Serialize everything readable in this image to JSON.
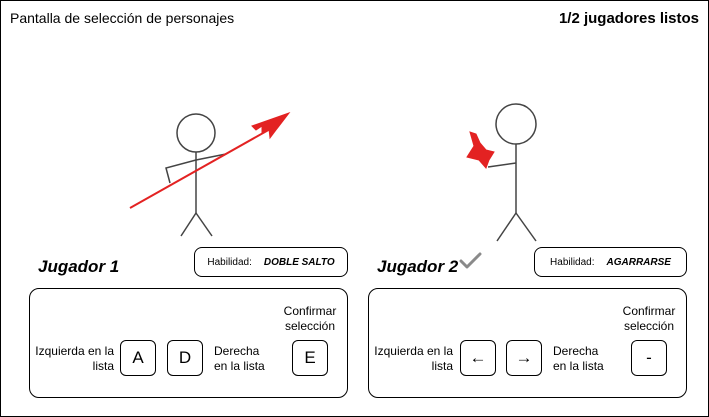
{
  "screen": {
    "title": "Pantalla de selección de personajes",
    "ready_status": "1/2 jugadores listos"
  },
  "colors": {
    "weapon_red": "#e32222",
    "stick_gray": "#444444",
    "check_gray": "#8a8a8a"
  },
  "players": [
    {
      "label": "Jugador 1",
      "ready": false,
      "ability_label": "Habilidad:",
      "ability_name": "DOBLE SALTO",
      "controls": {
        "left_text": "Izquierda en la lista",
        "left_key": "A",
        "right_key": "D",
        "right_text": "Derecha en la lista",
        "confirm_text": "Confirmar selección",
        "confirm_key": "E"
      }
    },
    {
      "label": "Jugador 2",
      "ready": true,
      "ready_icon": "checkmark-icon",
      "ability_label": "Habilidad:",
      "ability_name": "AGARRARSE",
      "controls": {
        "left_text": "Izquierda en la lista",
        "left_key": "←",
        "right_key": "→",
        "right_text": "Derecha en la lista",
        "confirm_text": "Confirmar selección",
        "confirm_key": "-"
      }
    }
  ]
}
